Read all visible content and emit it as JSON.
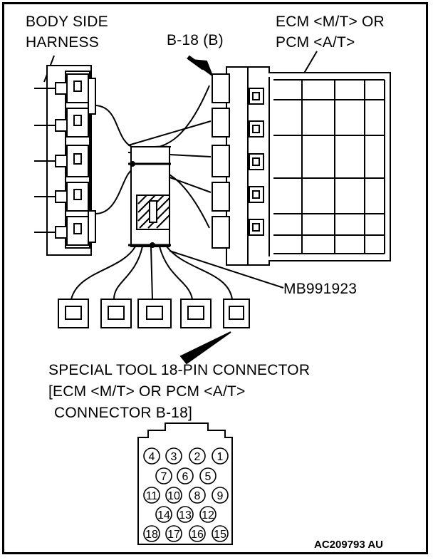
{
  "labels": {
    "body_side_harness_1": "BODY SIDE",
    "body_side_harness_2": "HARNESS",
    "b18": "B-18 (B)",
    "ecm_1": "ECM <M/T> OR",
    "ecm_2": "PCM <A/T>",
    "mb": "MB991923",
    "special_1": "SPECIAL TOOL 18-PIN CONNECTOR",
    "special_2": "[ECM <M/T> OR PCM <A/T>",
    "special_3": "CONNECTOR B-18]",
    "figure_code": "AC209793 AU"
  },
  "pins": [
    "1",
    "2",
    "3",
    "4",
    "5",
    "6",
    "7",
    "8",
    "9",
    "10",
    "11",
    "12",
    "13",
    "14",
    "15",
    "16",
    "17",
    "18"
  ]
}
